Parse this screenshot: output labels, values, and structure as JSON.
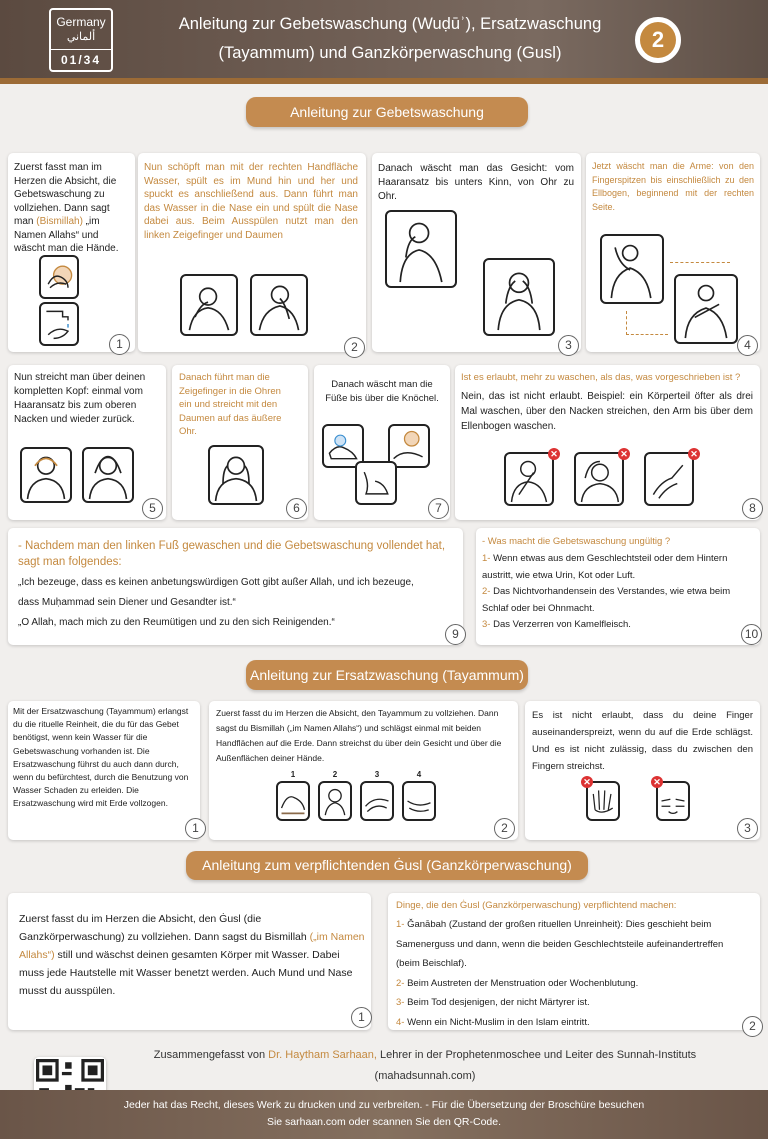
{
  "header": {
    "country": "Germany",
    "country_arabic": "ألماني",
    "code": "01/34",
    "title_line1": "Anleitung zur Gebetswaschung (Wuḍūʾ), Ersatzwaschung",
    "title_line2": "(Tayammum) und Ganzkörperwaschung (Gusl)",
    "page_number": "2",
    "colors": {
      "bar": "#5b4a40",
      "accent": "#c4893f"
    }
  },
  "section1": {
    "title": "Anleitung zur Gebetswaschung",
    "cards": [
      {
        "num": "1",
        "pre": "Zuerst fasst man im Herzen die Absicht, die Gebetswaschung zu vollziehen. Dann sagt man ",
        "highlight": "(Bismillah)",
        "post": " „im Namen Allahs“ und wäscht man die Hände."
      },
      {
        "num": "2",
        "text": "Nun schöpft man mit der rechten Handfläche Wasser, spült es im Mund hin und her und spuckt es anschließend aus. Dann führt man das Wasser in die Nase ein und spült die Nase dabei aus. Beim Ausspülen nutzt man den linken Zeigefinger und Daumen"
      },
      {
        "num": "3",
        "text": "Danach wäscht man das Gesicht: vom Haaransatz bis unters Kinn, von Ohr zu Ohr."
      },
      {
        "num": "4",
        "text": "Jetzt wäscht man die Arme: von den Fingerspitzen bis einschließlich zu den Ellbogen, beginnend mit der rechten Seite."
      },
      {
        "num": "5",
        "text": "Nun streicht man über deinen kompletten Kopf: einmal vom Haaransatz bis zum oberen Nacken und wieder zurück."
      },
      {
        "num": "6",
        "text": "Danach führt man die Zeigefinger in die Ohren ein und streicht mit den Daumen auf das äußere Ohr."
      },
      {
        "num": "7",
        "text": "Danach wäscht man die Füße bis über die Knöchel."
      },
      {
        "num": "8",
        "heading": "Ist es erlaubt, mehr zu waschen, als das, was vorgeschrieben ist ?",
        "text": "Nein, das ist nicht erlaubt. Beispiel: ein Körperteil öfter als drei Mal waschen, über den Nacken streichen, den Arm bis über dem Ellenbogen waschen."
      },
      {
        "num": "9",
        "heading": "-  Nachdem man den linken Fuß gewaschen und die Gebetswaschung vollendet hat, sagt man folgendes:",
        "line1": "„Ich bezeuge, dass es keinen anbetungswürdigen Gott gibt außer Allah, und ich bezeuge,",
        "line2": "dass Muḥammad sein Diener und Gesandter ist.“",
        "line3": "„O Allah, mach mich zu den Reumütigen und zu den sich Reinigenden.“"
      },
      {
        "num": "10",
        "heading": "-  Was macht die Gebetswaschung ungültig ?",
        "items": [
          {
            "n": "1-",
            "text": "Wenn etwas aus dem Geschlechtsteil oder dem Hintern austritt, wie etwa Urin, Kot oder Luft."
          },
          {
            "n": "2-",
            "text": "Das Nichtvorhandensein des Verstandes, wie etwa beim Schlaf oder bei Ohnmacht."
          },
          {
            "n": "3-",
            "text": "Das Verzerren von Kamelfleisch."
          }
        ]
      }
    ]
  },
  "section2": {
    "title": "Anleitung zur Ersatzwaschung (Tayammum)",
    "cards": [
      {
        "num": "1",
        "text": "Mit der Ersatzwaschung (Tayammum) erlangst du die rituelle Reinheit, die du für das Gebet benötigst, wenn kein Wasser für die Gebetswaschung vorhanden ist. Die Ersatzwaschung führst du auch dann durch, wenn du befürchtest, durch die Benutzung von Wasser Schaden zu erleiden. Die Ersatzwaschung wird mit Erde vollzogen."
      },
      {
        "num": "2",
        "text": "Zuerst fasst du im Herzen die Absicht, den Tayammum zu vollziehen. Dann sagst du Bismillah („im Namen Allahs“) und schlägst einmal mit beiden Handflächen auf die Erde. Dann streichst du über dein Gesicht und über die Außenflächen deiner Hände.",
        "steps": [
          "1",
          "2",
          "3",
          "4"
        ]
      },
      {
        "num": "3",
        "text": "Es ist nicht erlaubt, dass du deine Finger auseinanderspreizt, wenn du auf die Erde schlägst. Und es ist nicht zulässig, dass du zwischen den Fingern streichst."
      }
    ]
  },
  "section3": {
    "title": "Anleitung zum verpflichtenden Ġusl (Ganzkörperwaschung)",
    "cards": [
      {
        "num": "1",
        "pre": "Zuerst fasst du im Herzen die Absicht, den Ġusl (die Ganzkörperwaschung) zu vollziehen. Dann sagst du Bismillah ",
        "highlight": "(„im Namen Allahs“)",
        "post": " still und wäschst deinen gesamten Körper mit Wasser. Dabei muss jede Hautstelle mit Wasser benetzt werden. Auch Mund und Nase musst du ausspülen."
      },
      {
        "num": "2",
        "heading": "Dinge, die den Ġusl (Ganzkörperwaschung) verpflichtend machen:",
        "items": [
          {
            "n": "1-",
            "text": "Ǧanābah (Zustand der großen rituellen Unreinheit): Dies geschieht beim Samenerguss und dann, wenn die beiden Geschlechtsteile aufeinandertreffen (beim Beischlaf)."
          },
          {
            "n": "2-",
            "text": "Beim Austreten der Menstruation oder Wochenblutung."
          },
          {
            "n": "3-",
            "text": "Beim Tod desjenigen, der nicht Märtyrer ist."
          },
          {
            "n": "4-",
            "text": "Wenn ein Nicht-Muslim in den Islam eintritt."
          }
        ]
      }
    ]
  },
  "credit": {
    "pre": "Zusammengefasst von ",
    "author": "Dr. Haytham Sarhaan,",
    "post": " Lehrer in der Prophetenmoschee und Leiter des Sunnah-Instituts",
    "site": "(mahadsunnah.com)"
  },
  "footer": {
    "line1": "Jeder hat das Recht, dieses Werk zu drucken und zu verbreiten. - Für die Übersetzung der Broschüre besuchen",
    "line2": "Sie sarhaan.com oder scannen Sie den QR-Code."
  }
}
